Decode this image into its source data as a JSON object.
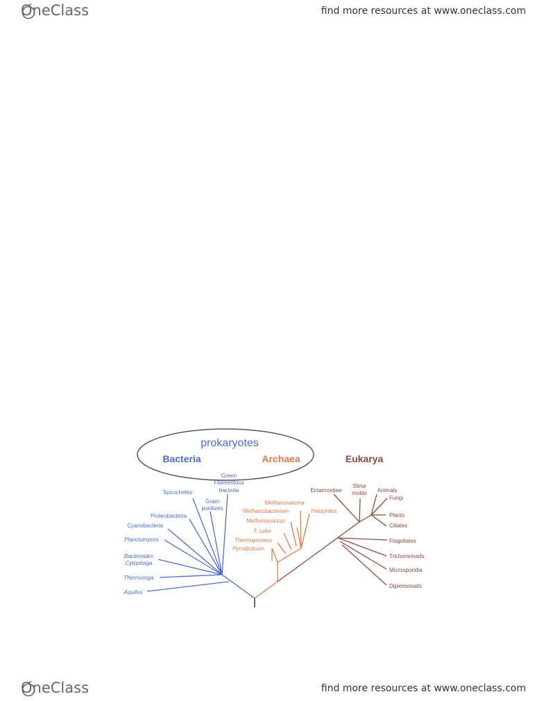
{
  "header": {
    "logo_text": "OneClass",
    "link_text": "find more resources at www.oneclass.com"
  },
  "footer": {
    "logo_text": "OneClass",
    "link_text": "find more resources at www.oneclass.com"
  },
  "diagram": {
    "oval_label": "prokaryotes",
    "domains": {
      "bacteria": "Bacteria",
      "archaea": "Archaea",
      "eukarya": "Eukarya"
    },
    "colors": {
      "bacteria": "#4d6ad6",
      "archaea": "#e0784a",
      "eukarya": "#8b4a3e",
      "oval": "#555555",
      "root": "#333333"
    },
    "bacteria_taxa": {
      "green_filamentous_1": "Green",
      "green_filamentous_2": "Filamentous",
      "green_filamentous_3": "bacteria",
      "spirochetes": "Spirochetes",
      "gram_1": "Gram",
      "gram_2": "positives",
      "proteobacteria": "Proteobacteria",
      "cyanobacteria": "Cyanobacteria",
      "planctomyces": "Planctomyces",
      "bacteroides": "Bacteroides",
      "cytophaga": "Cytophaga",
      "thermotoga": "Thermotoga",
      "aquifex": "Aquifex"
    },
    "archaea_taxa": {
      "methanosarcina": "Methanosarcina",
      "methanobacterium": "Methanobacterium",
      "methanococcus": "Methanococcus",
      "halophiles": "Halophiles",
      "t_celer": "T. celer",
      "thermoproteus": "Thermoproteus",
      "pyrodicticum": "Pyrodicticum"
    },
    "eukarya_taxa": {
      "entamoebae": "Entamoebae",
      "slime_1": "Slime",
      "slime_2": "molds",
      "animals": "Animals",
      "fungi": "Fungi",
      "plants": "Plants",
      "ciliates": "Ciliates",
      "flagellates": "Flagellates",
      "trichomonads": "Trichomonads",
      "microsporidia": "Microsporidia",
      "diplomonads": "Diplomonads"
    }
  }
}
